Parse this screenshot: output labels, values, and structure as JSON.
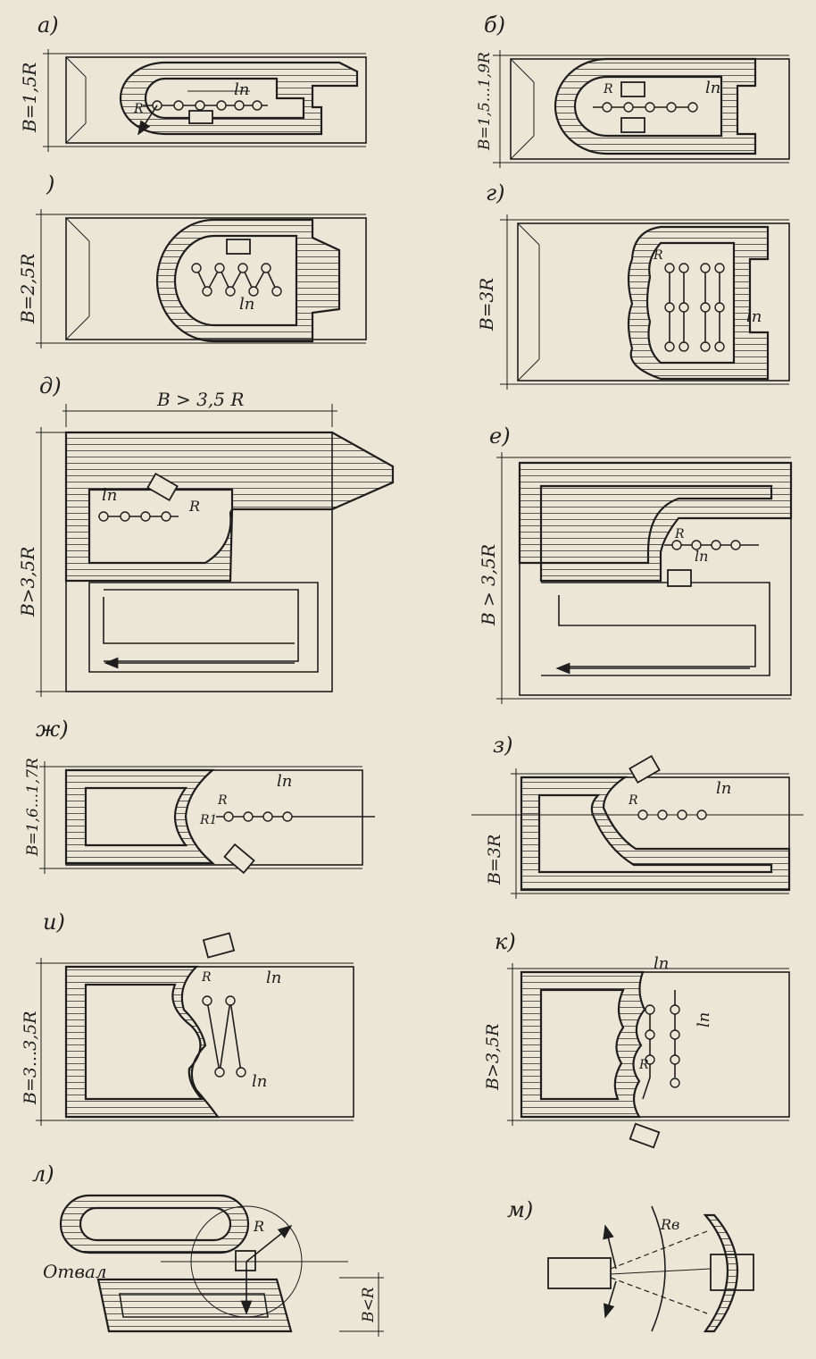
{
  "panels": {
    "a": {
      "letter": "а)",
      "width_label": "B=1,5R",
      "radius_label": "R",
      "step_label": "lп"
    },
    "b": {
      "letter": "б)",
      "width_label": "B=1,5...1,9R",
      "radius_label": "R",
      "step_label": "lп"
    },
    "v": {
      "letter": ")",
      "width_label": "B=2,5R",
      "step_label": "lп"
    },
    "g": {
      "letter": "г)",
      "width_label": "B=3R",
      "radius_label": "R",
      "step_label": "lп"
    },
    "d": {
      "letter": "д)",
      "width_label": "B>3,5R",
      "top_label": "B > 3,5 R",
      "radius_label": "R",
      "step_label": "lп"
    },
    "e": {
      "letter": "е)",
      "width_label": "B > 3,5R",
      "radius_label": "R",
      "step_label": "lп"
    },
    "zh": {
      "letter": "ж)",
      "width_label": "B=1,6...1,7R",
      "radius_label": "R",
      "radius1_label": "R1",
      "step_label": "lп"
    },
    "z": {
      "letter": "з)",
      "width_label": "B=3R",
      "radius_label": "R",
      "step_label": "lп"
    },
    "i": {
      "letter": "и)",
      "width_label": "B=3...3,5R",
      "radius_label": "R",
      "step_label": "lп",
      "step_label_2": "lп"
    },
    "k": {
      "letter": "к)",
      "width_label": "B>3,5R",
      "radius_label": "R",
      "step_label": "lп",
      "step_label_2": "lп"
    },
    "l": {
      "letter": "л)",
      "dump_label": "Отвал",
      "radius_label": "R",
      "width_label": "B<R"
    },
    "m": {
      "letter": "м)",
      "radius_label": "Rв"
    }
  },
  "colors": {
    "paper": "#ece6d6",
    "ink": "#1e1e1e"
  }
}
